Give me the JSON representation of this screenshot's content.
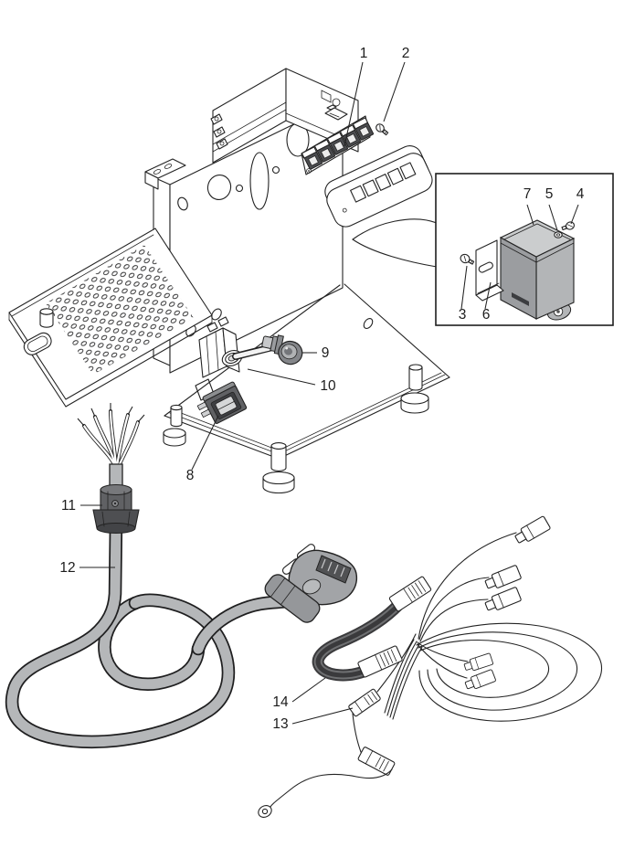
{
  "figure": {
    "type": "exploded-parts-diagram",
    "callouts": [
      "1",
      "2",
      "3",
      "4",
      "5",
      "6",
      "7",
      "8",
      "9",
      "10",
      "11",
      "12",
      "13",
      "14"
    ],
    "colors": {
      "background": "#ffffff",
      "line": "#232323",
      "cable_gray": "#b5b7b9",
      "metal_gray": "#a6a8ab",
      "box_top_gray": "#cbcdce",
      "box_side_gray": "#9b9da0",
      "dark_gray": "#606164",
      "ribbon_dark": "#3a3a3c"
    }
  }
}
